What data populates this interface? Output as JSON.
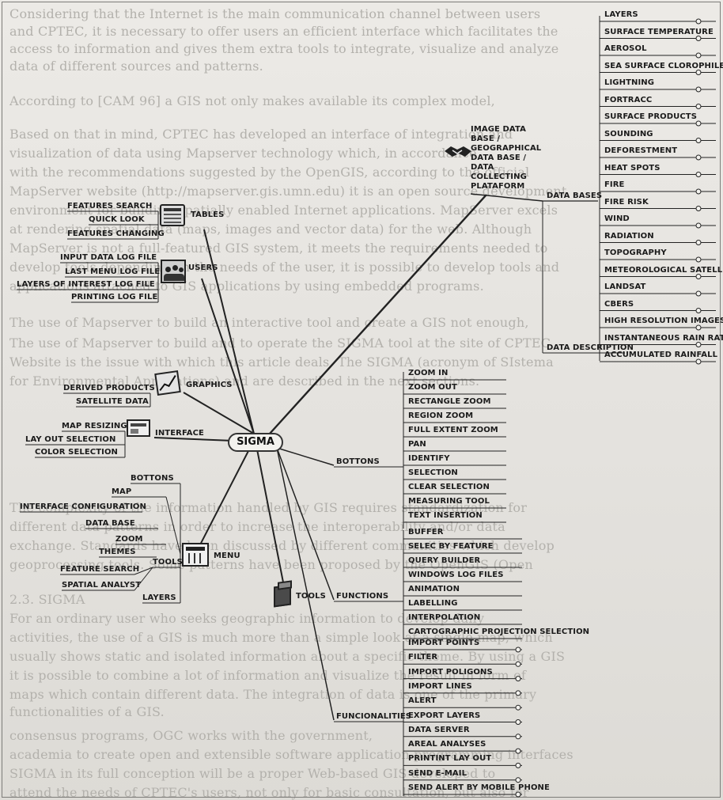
{
  "background_text": [
    "Considering that the Internet is the main communication channel between users",
    "and CPTEC, it is necessary to offer users an efficient interface which facilitates the",
    "access to information and gives them extra tools to integrate, visualize and analyze",
    "data of different sources and patterns.",
    "According to [CAM 96] a GIS not only makes available its complex model,",
    "Based on that in mind, CPTEC has developed an interface of integration and",
    "visualization of data using Mapserver technology which, in accordance",
    "with the recommendations suggested by the OpenGIS, according to the official",
    "MapServer website (http://mapserver.gis.umn.edu) it is an open source development",
    "environment for building spatially enabled Internet applications. MapServer excels",
    "at rendering spatial data (maps, images and vector data) for the web. Although",
    "MapServer is not a full-featured GIS system, it meets the requirements needed to",
    "develop tools depending on the needs of the user, it is possible to develop tools and",
    "applications attached to GIS applications by using embedded programs.",
    "The use of Mapserver to build an interactive tool and create a GIS not enough,",
    "The use of Mapserver to build and to operate the SIGMA tool at the site of CPTEC",
    "Website is the issue with which this article deals. The SIGMA (acronym of SIstema",
    "for Environmental Applications) and are described in the next sections.",
    "The complexity of the information handled by GIS requires standardization for",
    "different data patterns in order to increase the interoperability and/or data",
    "exchange. Standards have been discussed by different communities which develop",
    "geoprocessing tools. Some patterns have been proposed by the OpenGIS (Open",
    "2.3. SIGMA",
    "For an ordinary user who seeks geographic information to develop daily",
    "activities, the use of a GIS is much more than a simple look at a single map, which",
    "usually shows static and isolated information about a specific theme. By using a GIS",
    "it is possible to combine a lot of information and visualize the result in form of",
    "maps which contain different data. The integration of data is one of the primary",
    "functionalities of a GIS.",
    "consensus programs, OGC works with the government,",
    "academia to create open and extensible software application programming interfaces",
    "SIGMA in its full conception will be a proper Web-based GIS developed to",
    "attend the needs of CPTEC's users, not only for basic consultation, but also for"
  ],
  "center": "SIGMA",
  "tables": {
    "title": "TABLES",
    "items": [
      "FEATURES SEARCH",
      "QUICK LOOK",
      "FEATURES CHANGING"
    ]
  },
  "users": {
    "title": "USERS",
    "items": [
      "INPUT DATA LOG FILE",
      "LAST MENU LOG FILE",
      "LAYERS OF INTEREST LOG FILE",
      "PRINTING LOG FILE"
    ]
  },
  "graphics": {
    "title": "GRAPHICS",
    "items": [
      "DERIVED PRODUCTS",
      "SATELLITE DATA"
    ]
  },
  "interface": {
    "title": "INTERFACE",
    "items": [
      "MAP RESIZING",
      "LAY OUT SELECTION",
      "COLOR SELECTION"
    ]
  },
  "menu": {
    "title": "MENU",
    "bottons": "BOTTONS",
    "map": "MAP",
    "interface_configuration": "INTERFACE CONFIGURATION",
    "data_base": "DATA BASE",
    "zoom": "ZOOM",
    "themes": "THEMES",
    "tools": "TOOLS",
    "feature_search": "FEATURE SEARCH",
    "spatial_analyst": "SPATIAL ANALYST",
    "layers": "LAYERS"
  },
  "image_db": {
    "title": "IMAGE DATA BASE / GEOGRAPHICAL DATA BASE / DATA COLLECTING PLATAFORM",
    "lines": [
      "IMAGE DATA",
      "BASE /",
      "GEOGRAPHICAL",
      "DATA BASE /",
      "DATA",
      "COLLECTING",
      "PLATAFORM"
    ],
    "data_bases": "DATA BASES",
    "data_description": "DATA DESCRIPTION",
    "layers": [
      "LAYERS",
      "SURFACE TEMPERATURE",
      "AEROSOL",
      "SEA SURFACE CLOROPHILE",
      "LIGHTNING",
      "FORTRACC",
      "SURFACE PRODUCTS",
      "SOUNDING",
      "DEFORESTMENT",
      "HEAT SPOTS",
      "FIRE",
      "FIRE RISK",
      "WIND",
      "RADIATION",
      "TOPOGRAPHY",
      "METEOROLOGICAL SATELLITES",
      "LANDSAT",
      "CBERS",
      "HIGH RESOLUTION IMAGES",
      "INSTANTANEOUS RAIN RATE",
      "ACCUMULATED RAINFALL"
    ]
  },
  "tools": {
    "title": "TOOLS",
    "bottons": {
      "title": "BOTTONS",
      "items": [
        "ZOOM IN",
        "ZOOM OUT",
        "RECTANGLE ZOOM",
        "REGION ZOOM",
        "FULL EXTENT ZOOM",
        "PAN",
        "IDENTIFY",
        "SELECTION",
        "CLEAR SELECTION",
        "MEASURING TOOL",
        "TEXT INSERTION"
      ]
    },
    "functions": {
      "title": "FUNCTIONS",
      "items": [
        "BUFFER",
        "SELEC BY FEATURE",
        "QUERY BUILDER",
        "WINDOWS LOG FILES",
        "ANIMATION",
        "LABELLING",
        "INTERPOLATION",
        "CARTOGRAPHIC PROJECTION SELECTION"
      ]
    },
    "funcionalities": {
      "title": "FUNCIONALITIES",
      "items": [
        "IMPORT POINTS",
        "FILTER",
        "IMPORT POLIGONS",
        "IMPORT LINES",
        "ALERT",
        "EXPORT LAYERS",
        "DATA SERVER",
        "AREAL ANALYSES",
        "PRINTINT LAY OUT",
        "SEND E-MAIL",
        "SEND ALERT BY MOBILE PHONE"
      ]
    }
  },
  "icons": [
    "tables-icon",
    "users-icon",
    "graphics-icon",
    "interface-icon",
    "menu-icon",
    "tools-icon",
    "handshake-icon"
  ]
}
